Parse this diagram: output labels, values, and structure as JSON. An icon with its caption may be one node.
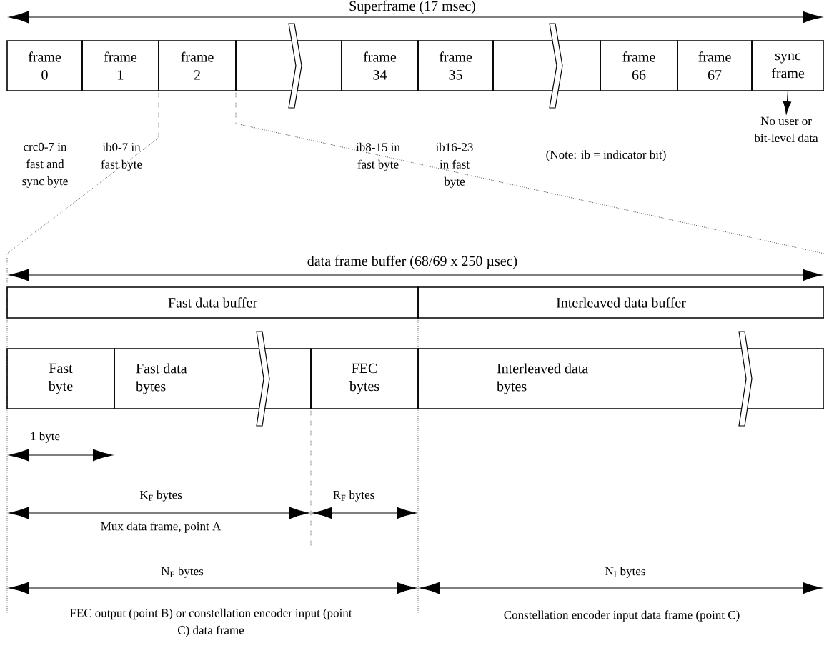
{
  "diagram": {
    "nodes": [
      {
        "text": [
          "frame 0"
        ]
      },
      {
        "text": [
          "frame 1"
        ]
      },
      {
        "text": [
          "frame 2"
        ]
      },
      {
        "text": [],
        "shape": "box"
      },
      {
        "text": [
          "frame 34"
        ]
      },
      {
        "text": [
          "frame 35"
        ]
      },
      {
        "text": [],
        "shape": "box"
      },
      {
        "text": [
          "frame 66"
        ]
      },
      {
        "text": [
          "frame 67"
        ]
      },
      {
        "text": [
          "sync frame"
        ]
      },
      {
        "text": [
          "No user or bit-level data"
        ]
      },
      {
        "text": [
          "Fast data buffer"
        ]
      },
      {
        "text": [
          "Interleaved data buffer"
        ]
      },
      {
        "text": [
          "Fast byte"
        ]
      },
      {
        "text": [
          "Fast data bytes"
        ]
      },
      {
        "text": [
          "FEC bytes"
        ]
      },
      {
        "text": [
          "Interleaved data bytes"
        ]
      }
    ],
    "edges": [
      {
        "from": 9,
        "to": 10,
        "arrow": "to"
      }
    ],
    "labels": [
      "Superframe (17 msec)",
      "crc0-7 in fast and sync byte",
      "ib0-7 in fast byte",
      "ib8-15 in fast byte",
      "ib16-23 in fast byte",
      "(Note: ib = indicator bit)",
      "data frame buffer (68/69 x 250 µsec)",
      "1 byte",
      "K$_{F}$ bytes",
      "R$_{F}$ bytes",
      "Mux data frame, point A",
      "N$_{F}$ bytes",
      "N$_{I}$ bytes",
      "FEC output (point B) or constellation encoder input (point C) data frame",
      "Constellation encoder input data frame (point C)"
    ]
  }
}
